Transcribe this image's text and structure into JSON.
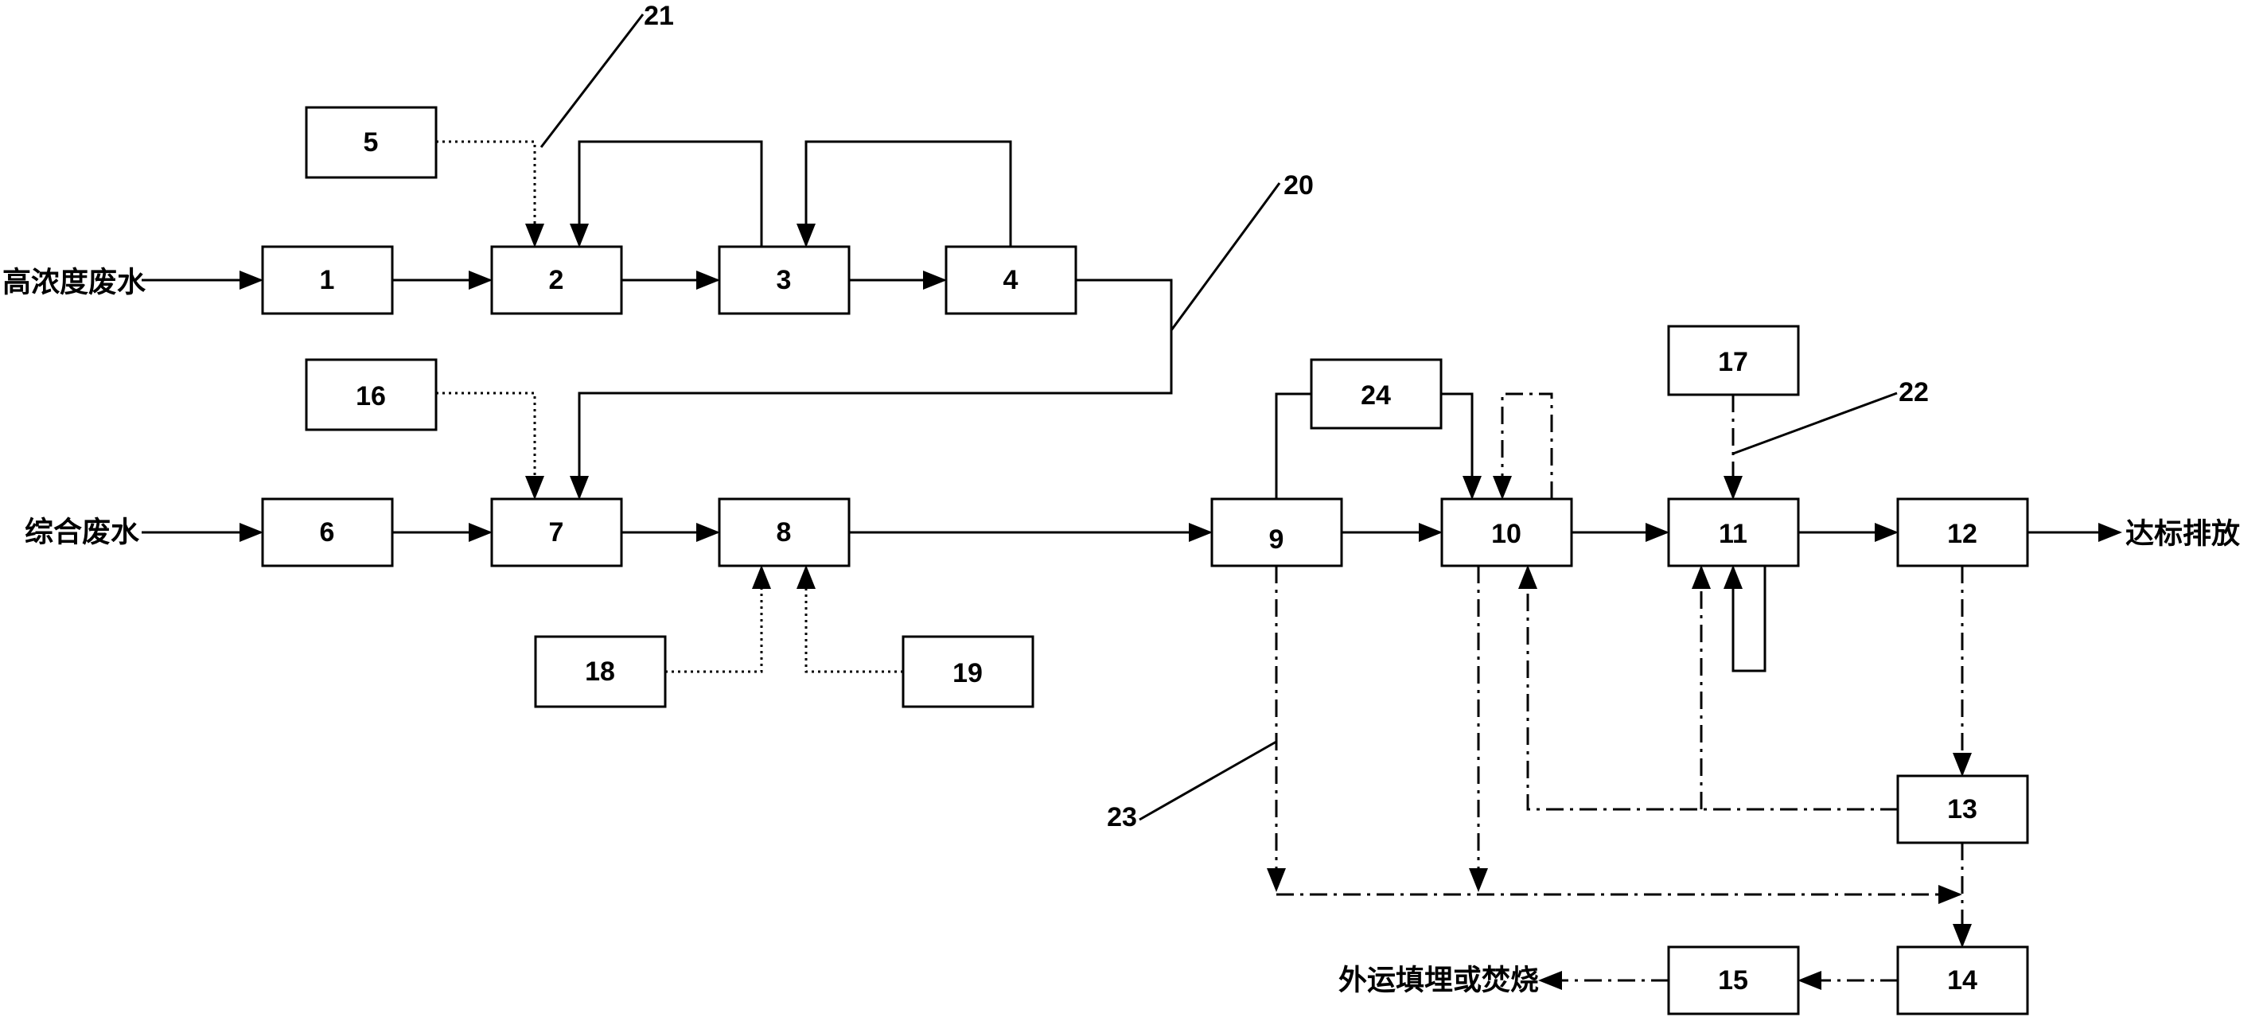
{
  "boxes": [
    "1",
    "2",
    "3",
    "4",
    "5",
    "6",
    "7",
    "8",
    "9",
    "10",
    "11",
    "12",
    "13",
    "14",
    "15",
    "16",
    "17",
    "18",
    "19",
    "24"
  ],
  "leaders": [
    "20",
    "21",
    "22",
    "23"
  ],
  "inputs": {
    "high": "高浓度废水",
    "mixed": "综合废水"
  },
  "outputs": {
    "discharge": "达标排放",
    "disposal": "外运填埋或焚烧"
  },
  "colors": {
    "line": "#000000",
    "background": "#ffffff"
  }
}
